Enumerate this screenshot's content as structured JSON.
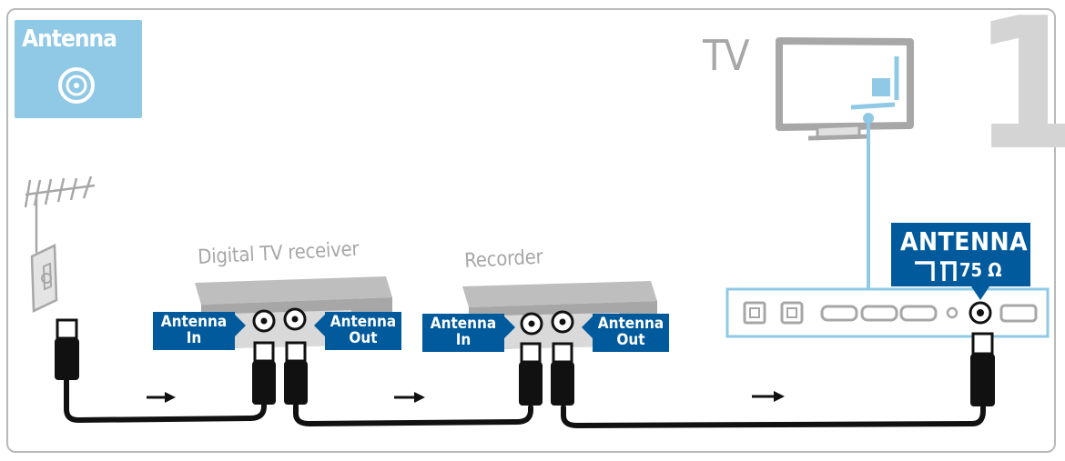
{
  "antenna_badge": {
    "title": "Antenna"
  },
  "tv": {
    "label": "TV"
  },
  "step_number": "1",
  "digital_receiver": {
    "label": "Digital TV receiver",
    "in_port": {
      "line1": "Antenna",
      "line2": "In"
    },
    "out_port": {
      "line1": "Antenna",
      "line2": "Out"
    }
  },
  "recorder": {
    "label": "Recorder",
    "in_port": {
      "line1": "Antenna",
      "line2": "In"
    },
    "out_port": {
      "line1": "Antenna",
      "line2": "Out"
    }
  },
  "tv_antenna_port": {
    "title": "ANTENNA",
    "impedance": "75 Ω"
  },
  "colors": {
    "accent_blue": "#005a9c",
    "light_blue": "#8fc9e6",
    "gray": "#a7a7a7",
    "cable": "#111111"
  }
}
